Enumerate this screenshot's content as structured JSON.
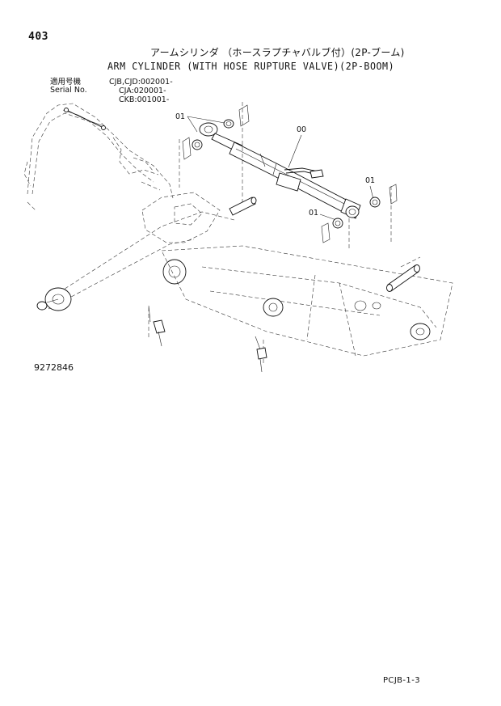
{
  "header": {
    "page_number": "403",
    "title_jp": "アームシリンダ （ホースラプチャバルブ付）(2P-ブーム)",
    "title_en": "ARM CYLINDER (WITH HOSE RUPTURE VALVE)(2P-BOOM)"
  },
  "serial": {
    "label_jp": "適用号機",
    "label_en": "Serial No.",
    "ranges": [
      "CJB,CJD:002001-",
      "CJA:020001-",
      "CKB:001001-"
    ]
  },
  "callouts": [
    "01",
    "00",
    "01",
    "01"
  ],
  "figure_number": "9272846",
  "footer": {
    "page_code": "PCJB-1-3"
  }
}
